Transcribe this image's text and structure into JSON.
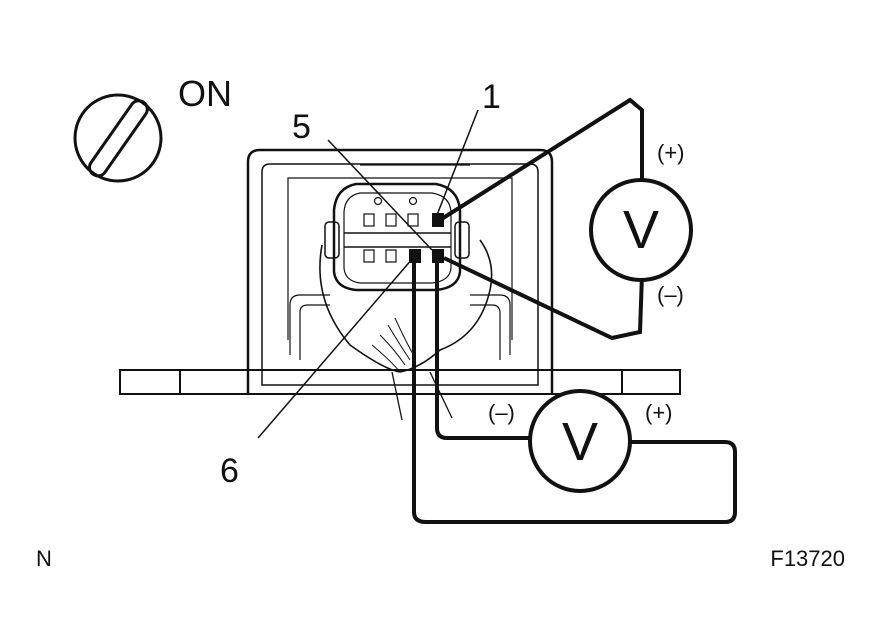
{
  "ignition": {
    "state_label": "ON"
  },
  "terminals": {
    "t1": "1",
    "t5": "5",
    "t6": "6"
  },
  "meter_top": {
    "symbol": "V",
    "positive": "(+)",
    "negative": "(–)"
  },
  "meter_bottom": {
    "symbol": "V",
    "negative": "(–)",
    "positive": "(+)"
  },
  "footer": {
    "left_code": "N",
    "figure_code": "F13720"
  },
  "colors": {
    "ink": "#111111",
    "background": "#ffffff"
  }
}
